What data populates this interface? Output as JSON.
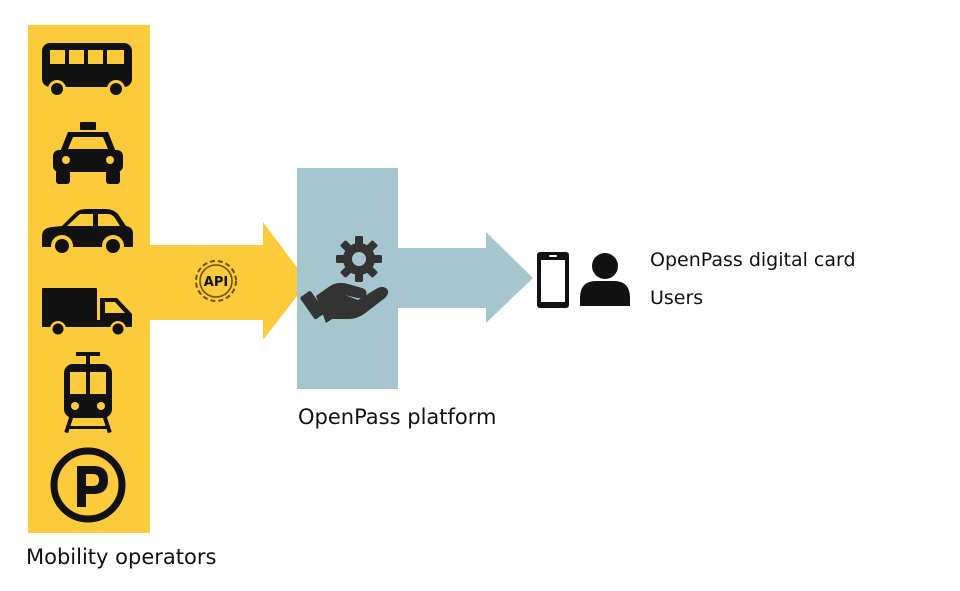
{
  "labels": {
    "mobility_operators": "Mobility operators",
    "platform": "OpenPass platform",
    "digital_card": "OpenPass digital card",
    "users": "Users",
    "api_badge": "API"
  },
  "colors": {
    "operators_yellow": "#FCCB3C",
    "platform_blue": "#A5C6CE",
    "icon_dark": "#111111",
    "platform_icon": "#333333",
    "api_outline": "#6B5300"
  },
  "icons": {
    "operators": [
      "bus-icon",
      "taxi-icon",
      "car-icon",
      "truck-icon",
      "tram-icon",
      "parking-icon"
    ],
    "platform": "gear-hand-icon",
    "users": [
      "smartphone-icon",
      "user-icon"
    ],
    "api": "api-gear-icon"
  }
}
